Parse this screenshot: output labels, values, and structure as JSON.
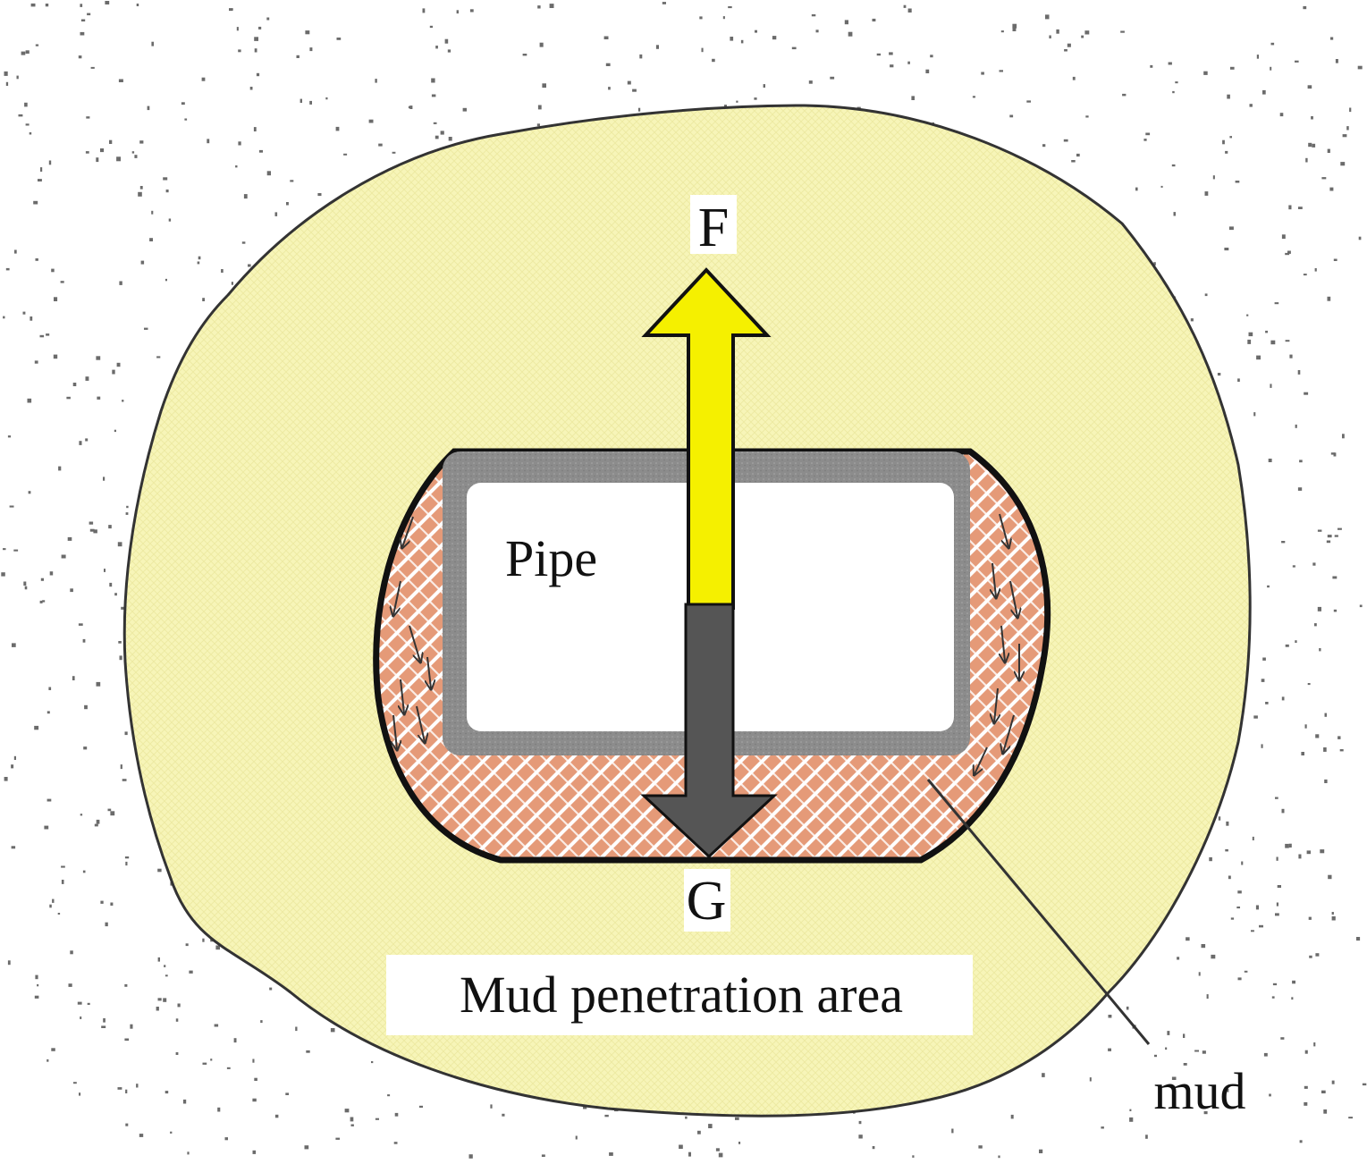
{
  "labels": {
    "force_up": "F",
    "force_down": "G",
    "pipe": "Pipe",
    "zone": "Mud penetration area",
    "mud": "mud"
  },
  "colors": {
    "background": "#ffffff",
    "speckle": "#6b6b6b",
    "penetration_zone": "#f7f5b8",
    "mud": "#e59a78",
    "mud_hatch": "#ffffff",
    "pipe_wall": "#8c8c8c",
    "pipe_inner": "#ffffff",
    "arrow_up": "#f5f000",
    "arrow_down": "#555555",
    "outline": "#111111"
  }
}
